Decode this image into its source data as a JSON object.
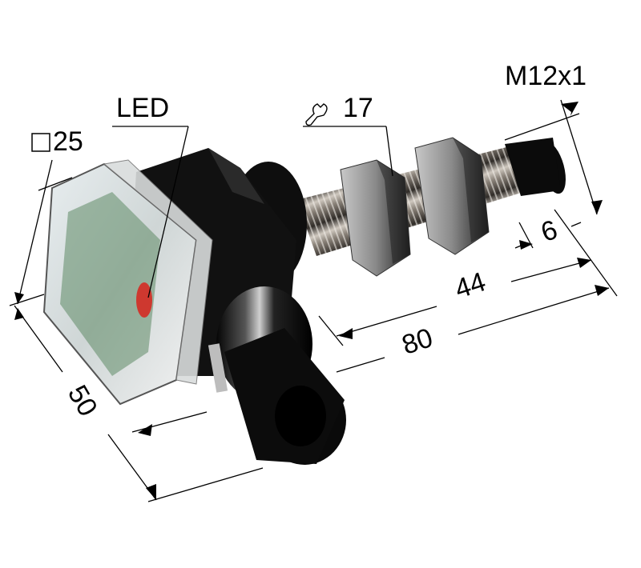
{
  "title": "Inductive proximity sensor dimensional drawing",
  "labels": {
    "led": "LED",
    "square_size": "25",
    "wrench_size": "17",
    "thread": "M12x1",
    "dim_6": "6",
    "dim_44": "44",
    "dim_80": "80",
    "dim_50": "50"
  },
  "icons": {
    "square": "square-symbol",
    "wrench": "wrench-symbol"
  },
  "colors": {
    "body": "#111111",
    "thread": "#8a8279",
    "nut": "#9a9a9a",
    "lens_green": "#5e8a66",
    "led_red": "#d8231c",
    "dim_line": "#000000"
  }
}
